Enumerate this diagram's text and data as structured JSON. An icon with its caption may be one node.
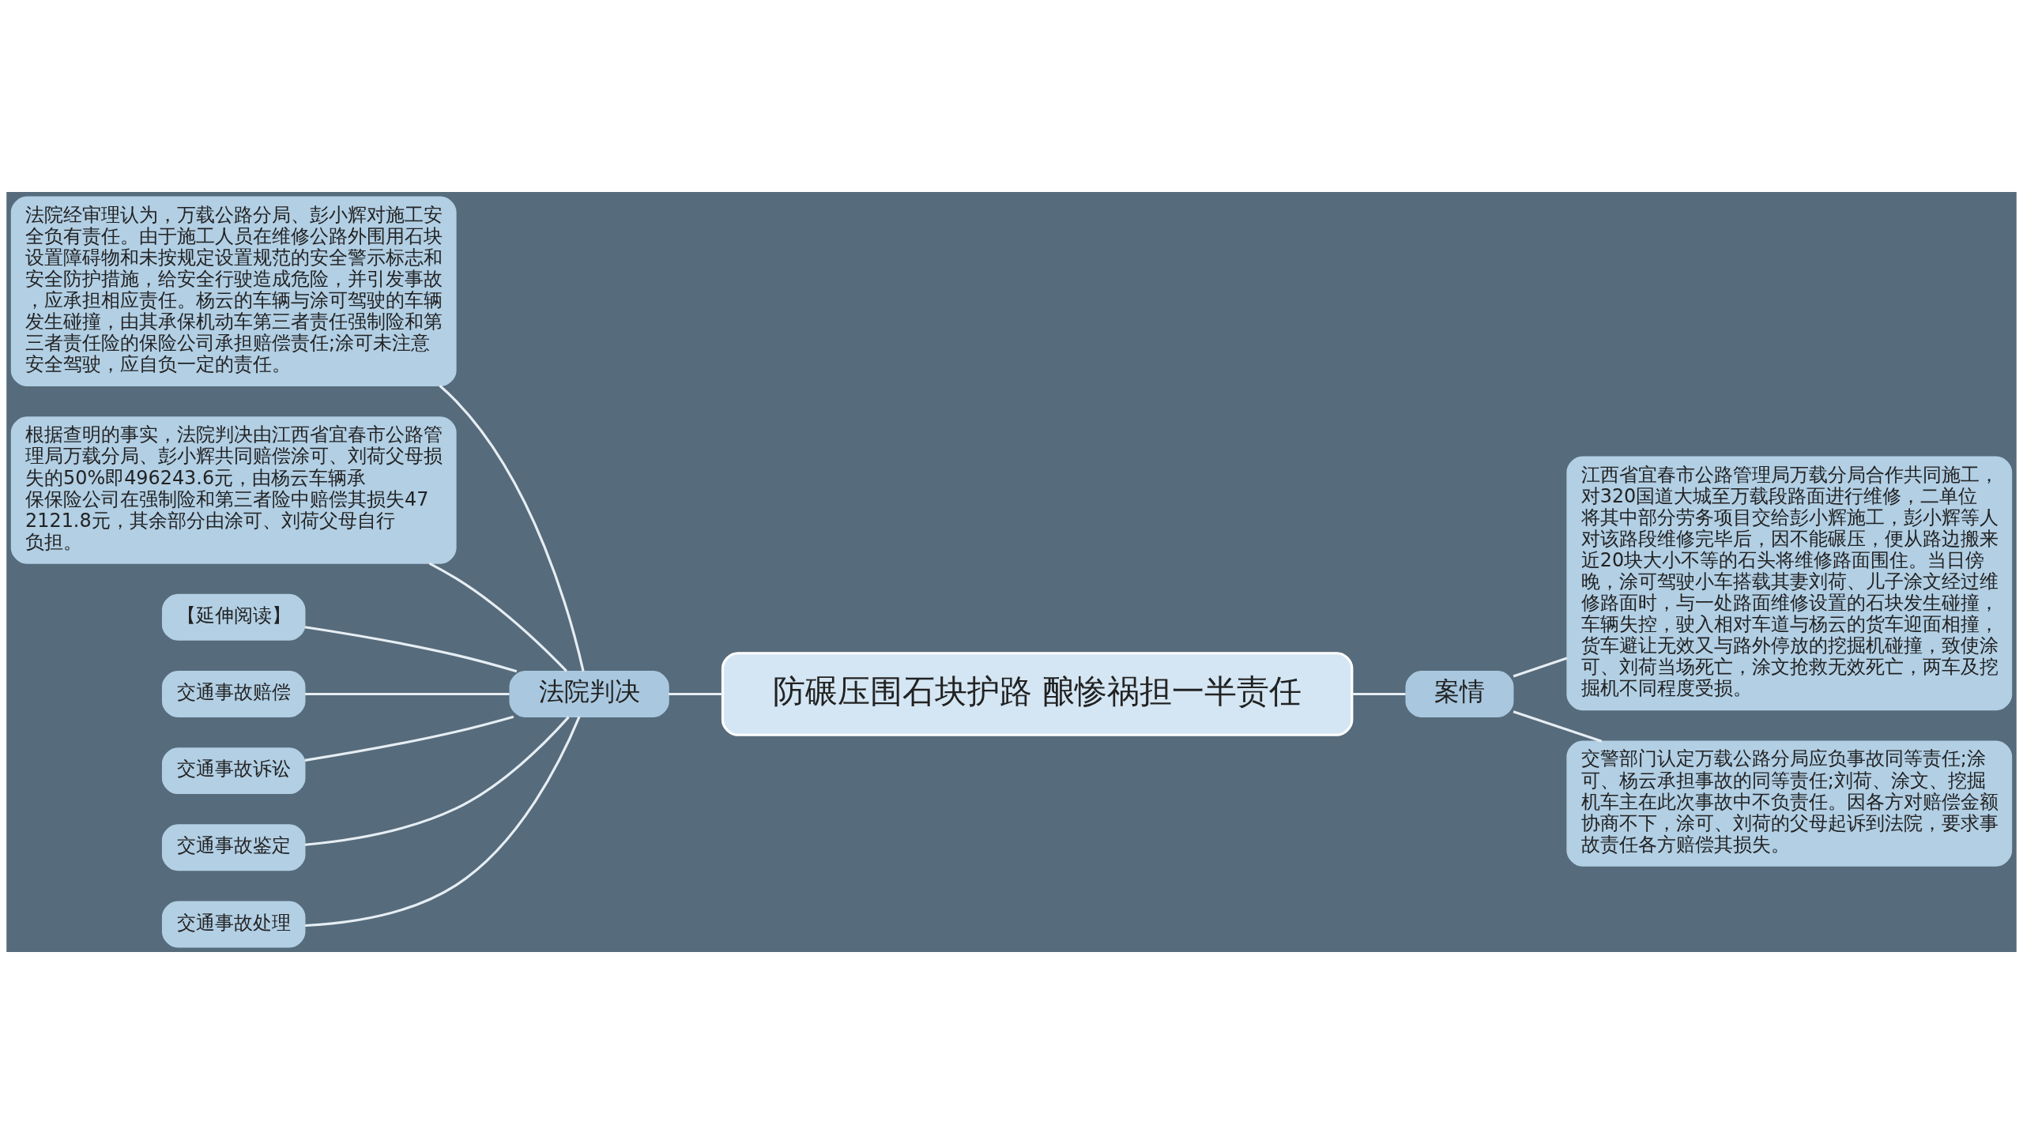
{
  "diagram": {
    "nodes": [
      {
        "text": [
          "防碾压围石块护路 酿惨祸担一半责任"
        ]
      },
      {
        "text": [
          "法院判决"
        ]
      },
      {
        "text": [
          "法院经审理认为，万载公路分局、彭小辉对施工安全负有责任。由于施工人员在维修公路外围用石块设置障碍物和未按规定设置规范的安全警示标志和安全防护措施，给安全行驶造成危险，并引发事故，应承担相应责任。杨云的车辆与涂可驾驶的车辆发生碰撞，由其承保机动车第三者责任强制险和第三者责任险的保险公司承担赔偿责任;涂可未注意安全驾驶，应自负一定的责任。"
        ]
      },
      {
        "text": [
          "根据查明的事实，法院判决由江西省宜春市公路管理局万载分局、彭小辉共同赔偿涂可、刘荷父母损失的50%即496243.6元，由杨云车辆承保保险公司在强制险和第三者险中赔偿其损失472121.8元，其余部分由涂可、刘荷父母自行负担。"
        ]
      },
      {
        "text": [
          "【延伸阅读】"
        ]
      },
      {
        "text": [
          "交通事故赔偿"
        ]
      },
      {
        "text": [
          "交通事故诉讼"
        ]
      },
      {
        "text": [
          "交通事故鉴定"
        ]
      },
      {
        "text": [
          "交通事故处理"
        ]
      },
      {
        "text": [
          "案情"
        ]
      },
      {
        "text": [
          "江西省宜春市公路管理局万载分局合作共同施工，对320国道大城至万载段路面进行维修，二单位将其中部分劳务项目交给彭小辉施工，彭小辉等人对该路段维修完毕后，因不能碾压，便从路边搬来近20块大小不等的石头将维修路面围住。当日傍晚，涂可驾驶小车搭载其妻刘荷、儿子涂文经过维修路面时，与一处路面维修设置的石块发生碰撞，车辆失控，驶入相对车道与杨云的货车迎面相撞，货车避让无效又与路外停放的挖掘机碰撞，致使涂可、刘荷当场死亡，涂文抢救无效死亡，两车及挖掘机不同程度受损。"
        ]
      },
      {
        "text": [
          "交警部门认定万载公路分局应负事故同等责任;涂可、杨云承担事故的同等责任;刘荷、涂文、挖掘机车主在此次事故中不负责任。因各方对赔偿金额协商不下，涂可、刘荷的父母起诉到法院，要求事故责任各方赔偿其损失。"
        ]
      }
    ],
    "edges": [
      {
        "from": 0,
        "to": 1,
        "arrow": "none"
      },
      {
        "from": 1,
        "to": 2,
        "arrow": "none"
      },
      {
        "from": 1,
        "to": 3,
        "arrow": "none"
      },
      {
        "from": 1,
        "to": 4,
        "arrow": "none"
      },
      {
        "from": 1,
        "to": 5,
        "arrow": "none"
      },
      {
        "from": 1,
        "to": 6,
        "arrow": "none"
      },
      {
        "from": 1,
        "to": 7,
        "arrow": "none"
      },
      {
        "from": 1,
        "to": 8,
        "arrow": "none"
      },
      {
        "from": 0,
        "to": 9,
        "arrow": "none"
      },
      {
        "from": 9,
        "to": 10,
        "arrow": "none"
      },
      {
        "from": 9,
        "to": 11,
        "arrow": "none"
      }
    ]
  }
}
